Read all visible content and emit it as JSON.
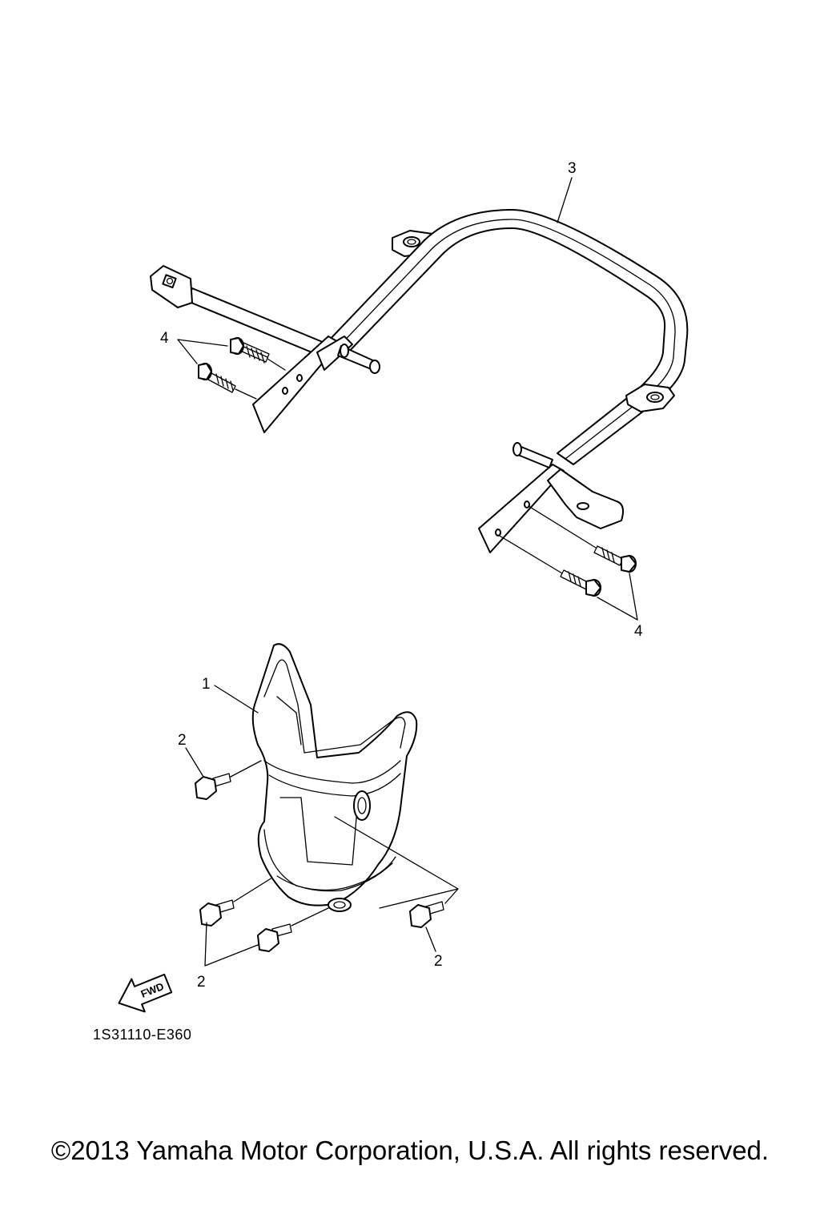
{
  "diagram": {
    "callouts": {
      "part1": "1",
      "part2_a": "2",
      "part2_b": "2",
      "part2_c": "2",
      "part3": "3",
      "part4_a": "4",
      "part4_b": "4"
    },
    "fwd_label": "FWD",
    "diagram_code": "1S31110-E360"
  },
  "footer": {
    "copyright": "©2013 Yamaha Motor Corporation, U.S.A. All rights reserved."
  }
}
